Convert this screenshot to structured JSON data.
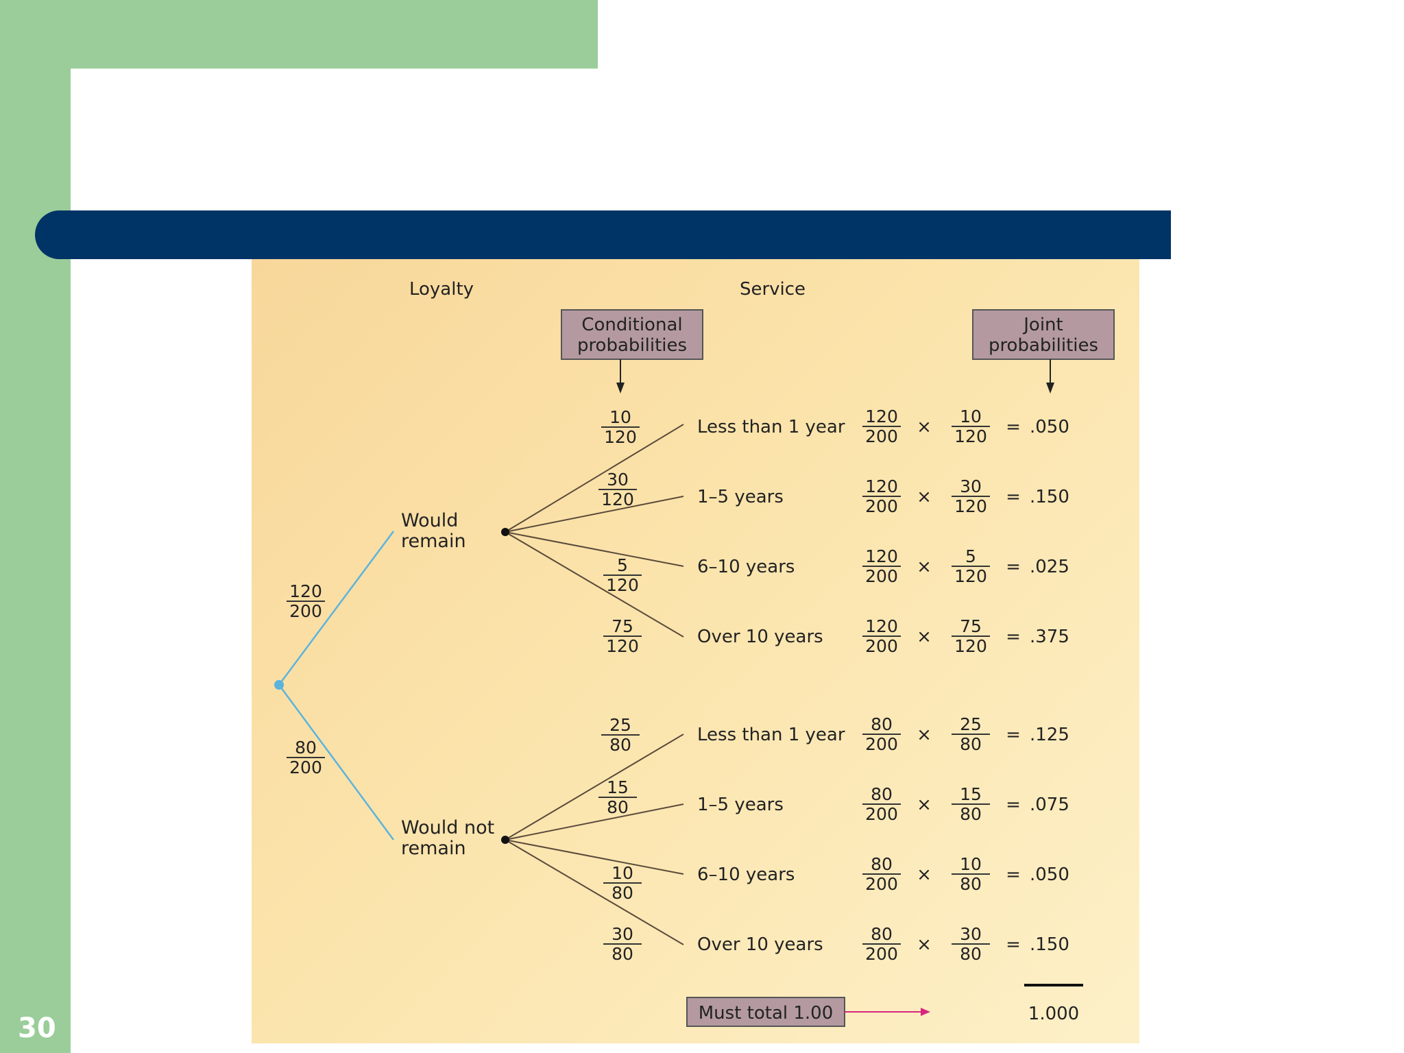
{
  "slide": {
    "number": "30"
  },
  "diagram": {
    "headers": {
      "loyalty": "Loyalty",
      "service": "Service"
    },
    "boxes": {
      "conditional": [
        "Conditional",
        "probabilities"
      ],
      "joint": [
        "Joint",
        "probabilities"
      ],
      "total": "Must total 1.00"
    },
    "first_level": [
      {
        "label": [
          "Would",
          "remain"
        ],
        "prob": [
          "120",
          "200"
        ]
      },
      {
        "label": [
          "Would not",
          "remain"
        ],
        "prob": [
          "80",
          "200"
        ]
      }
    ],
    "branches": [
      {
        "service": "Less than 1 year",
        "cond": [
          "10",
          "120"
        ],
        "m1": [
          "120",
          "200"
        ],
        "m2": [
          "10",
          "120"
        ],
        "result": ".050"
      },
      {
        "service": "1–5 years",
        "cond": [
          "30",
          "120"
        ],
        "m1": [
          "120",
          "200"
        ],
        "m2": [
          "30",
          "120"
        ],
        "result": ".150"
      },
      {
        "service": "6–10 years",
        "cond": [
          "5",
          "120"
        ],
        "m1": [
          "120",
          "200"
        ],
        "m2": [
          "5",
          "120"
        ],
        "result": ".025"
      },
      {
        "service": "Over 10 years",
        "cond": [
          "75",
          "120"
        ],
        "m1": [
          "120",
          "200"
        ],
        "m2": [
          "75",
          "120"
        ],
        "result": ".375"
      },
      {
        "service": "Less than 1 year",
        "cond": [
          "25",
          "80"
        ],
        "m1": [
          "80",
          "200"
        ],
        "m2": [
          "25",
          "80"
        ],
        "result": ".125"
      },
      {
        "service": "1–5 years",
        "cond": [
          "15",
          "80"
        ],
        "m1": [
          "80",
          "200"
        ],
        "m2": [
          "15",
          "80"
        ],
        "result": ".075"
      },
      {
        "service": "6–10 years",
        "cond": [
          "10",
          "80"
        ],
        "m1": [
          "80",
          "200"
        ],
        "m2": [
          "10",
          "80"
        ],
        "result": ".050"
      },
      {
        "service": "Over 10 years",
        "cond": [
          "30",
          "80"
        ],
        "m1": [
          "80",
          "200"
        ],
        "m2": [
          "30",
          "80"
        ],
        "result": ".150"
      }
    ],
    "operators": {
      "times": "×",
      "equals": "="
    },
    "total": "1.000",
    "colors": {
      "first_level_lines": "#5bb4dc",
      "box_fill": "#b49aa0",
      "arrow_total": "#d6267e"
    }
  }
}
